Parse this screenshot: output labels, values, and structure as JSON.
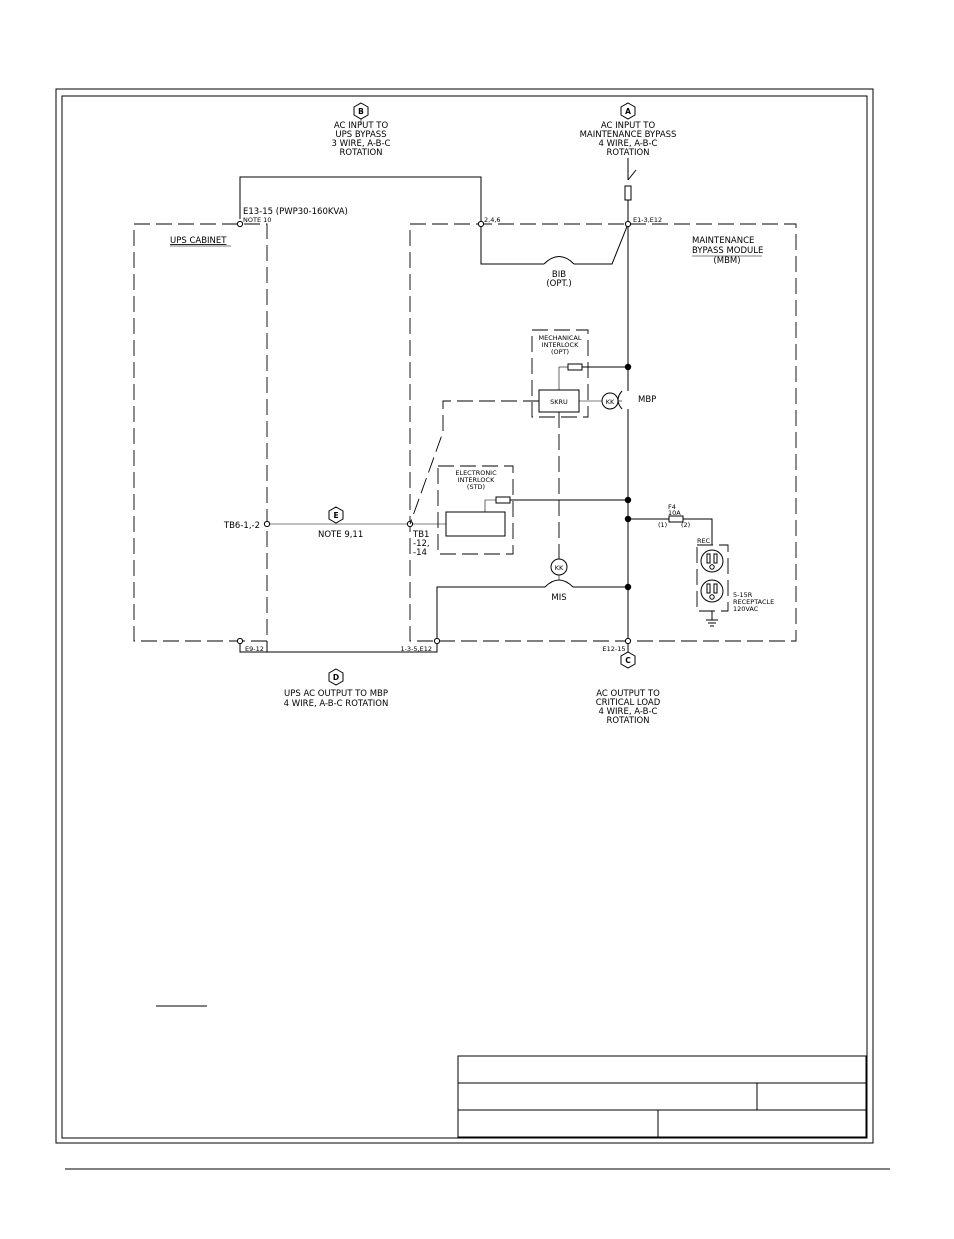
{
  "sources": {
    "b": {
      "letter": "B",
      "lines": [
        "AC INPUT TO",
        "UPS BYPASS",
        "3 WIRE, A-B-C",
        "ROTATION"
      ]
    },
    "a": {
      "letter": "A",
      "lines": [
        "AC INPUT TO",
        "MAINTENANCE BYPASS",
        "4 WIRE, A-B-C",
        "ROTATION"
      ]
    },
    "d": {
      "letter": "D",
      "lines": [
        "UPS AC OUTPUT TO MBP",
        "4 WIRE, A-B-C ROTATION"
      ]
    },
    "c": {
      "letter": "C",
      "lines": [
        "AC OUTPUT TO",
        "CRITICAL LOAD",
        "4 WIRE, A-B-C",
        "ROTATION"
      ]
    },
    "e": {
      "letter": "E"
    }
  },
  "terminals": {
    "e13": "E13-15 (PWP30-160KVA)",
    "note10": "NOTE 10",
    "t248": "2,4,6",
    "e1": "E1-3,E12",
    "tb6": "TB6-1,-2",
    "note911": "NOTE 9,11",
    "tb1": [
      "TB1",
      "-12,",
      "-14"
    ],
    "e9": "E9-12",
    "e135": "1-3-5,E12",
    "e12": "E12-15"
  },
  "cabinets": {
    "ups": "UPS CABINET",
    "mbm": [
      "MAINTENANCE",
      "BYPASS MODULE",
      "(MBM)"
    ]
  },
  "components": {
    "bib": [
      "BIB",
      "(OPT.)"
    ],
    "mech": [
      "MECHANICAL",
      "INTERLOCK",
      "(OPT)"
    ],
    "skru": "SKRU",
    "kk": "KK",
    "mbp": "MBP",
    "elec": [
      "ELECTRONIC",
      "INTERLOCK",
      "(STD)"
    ],
    "mis": "MIS",
    "f4": [
      "F4",
      "10A"
    ],
    "f4pins": [
      "(1)",
      "(2)"
    ],
    "rec": "REC",
    "receptacle": [
      "5-15R",
      "RECEPTACLE",
      "120VAC"
    ]
  }
}
